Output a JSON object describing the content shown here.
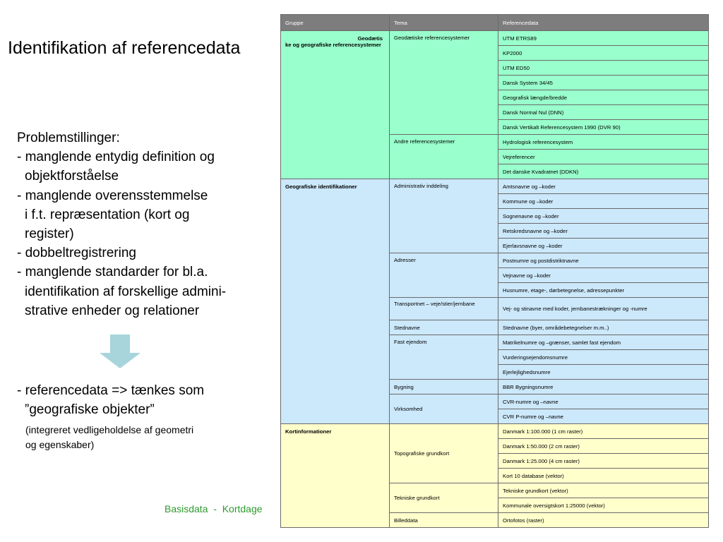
{
  "title": "Identifikation af referencedata",
  "problems": {
    "heading": "Problemstillinger:",
    "lines": [
      {
        "text": "- manglende entydig definition og",
        "indent": false
      },
      {
        "text": "objektforståelse",
        "indent": true
      },
      {
        "text": "- manglende overensstemmelse",
        "indent": false
      },
      {
        "text": "i f.t. repræsentation (kort og",
        "indent": true
      },
      {
        "text": "register)",
        "indent": true
      },
      {
        "text": "- dobbeltregistrering",
        "indent": false
      },
      {
        "text": "- manglende standarder for bl.a.",
        "indent": false
      },
      {
        "text": "identifikation af forskellige admini-",
        "indent": true
      },
      {
        "text": "strative enheder og relationer",
        "indent": true
      }
    ]
  },
  "conclusion": {
    "line1": "- referencedata => tænkes som",
    "line2": "”geografiske objekter”",
    "note1": "(integreret vedligeholdelse af geometri",
    "note2": "og egenskaber)"
  },
  "footer": "Basisdata  -  Kortdage",
  "table": {
    "headers": [
      "Gruppe",
      "Tema",
      "Referencedata"
    ],
    "groups": [
      {
        "name_part1": "Geodætis",
        "name_part2": "ke og geografiske referencesystemer",
        "color": "#99ffcc",
        "temas": [
          {
            "name": "Geodætiske referencesystemer",
            "refs": [
              "UTM ETRS89",
              "KP2000",
              "UTM ED50",
              "Dansk System 34/45",
              "Geografisk længde/bredde",
              "Dansk Normal Nul (DNN)",
              "Dansk Vertikalt Referencesystem 1990 (DVR 90)"
            ]
          },
          {
            "name": "Andre referencesystemer",
            "refs": [
              "Hydrologisk referencesystem",
              "Vejreferencer",
              "Det danske Kvadratnet (DDKN)"
            ]
          }
        ]
      },
      {
        "name": "Geografiske identifikationer",
        "color": "#cce8fb",
        "temas": [
          {
            "name": "Administrativ inddeling",
            "refs": [
              "Amtsnavne og –koder",
              "Kommune og –koder",
              "Sognenavne og –koder",
              "Retskredsnavne og –koder",
              "Ejerlavsnavne og –koder"
            ]
          },
          {
            "name": "Adresser",
            "refs": [
              "Postnumre og postdistriktnavne",
              "Vejnavne og –koder",
              "Husnumre, etage-, dørbetegnelse, adressepunkter"
            ]
          },
          {
            "name": "Transportnet – veje/stier/jernbane",
            "refs": [
              "Vej- og stinavne med koder, jernbanestrækninger og -numre"
            ]
          },
          {
            "name": "Stednavne",
            "refs": [
              "Stednavne (byer, områdebetegnelser m.m..)"
            ]
          },
          {
            "name": "Fast ejendom",
            "refs": [
              "Matrikelnumre og –grænser, samlet fast ejendom",
              "Vurderingsejendomsnumre",
              "Ejerlejlighedsnumre"
            ]
          },
          {
            "name": "Bygning",
            "refs": [
              "BBR Bygningsnumre"
            ]
          },
          {
            "name": "Virksomhed",
            "refs": [
              "CVR-numre og –navne",
              "CVR P-numre og –navne"
            ]
          }
        ]
      },
      {
        "name": "Kortinformationer",
        "color": "#ffffcc",
        "temas": [
          {
            "name": "Topografiske grundkort",
            "refs": [
              "Danmark 1:100.000 (1 cm raster)",
              "Danmark 1:50.000 (2 cm raster)",
              "Danmark 1:25.000 (4 cm raster)",
              "Kort 10 database (vektor)"
            ]
          },
          {
            "name": "Tekniske grundkort",
            "refs": [
              "Tekniske grundkort (vektor)",
              "Kommunale oversigtskort 1:25000 (vektor)"
            ]
          },
          {
            "name": "Billeddata",
            "refs": [
              "Ortofotos (raster)"
            ]
          }
        ]
      }
    ]
  }
}
